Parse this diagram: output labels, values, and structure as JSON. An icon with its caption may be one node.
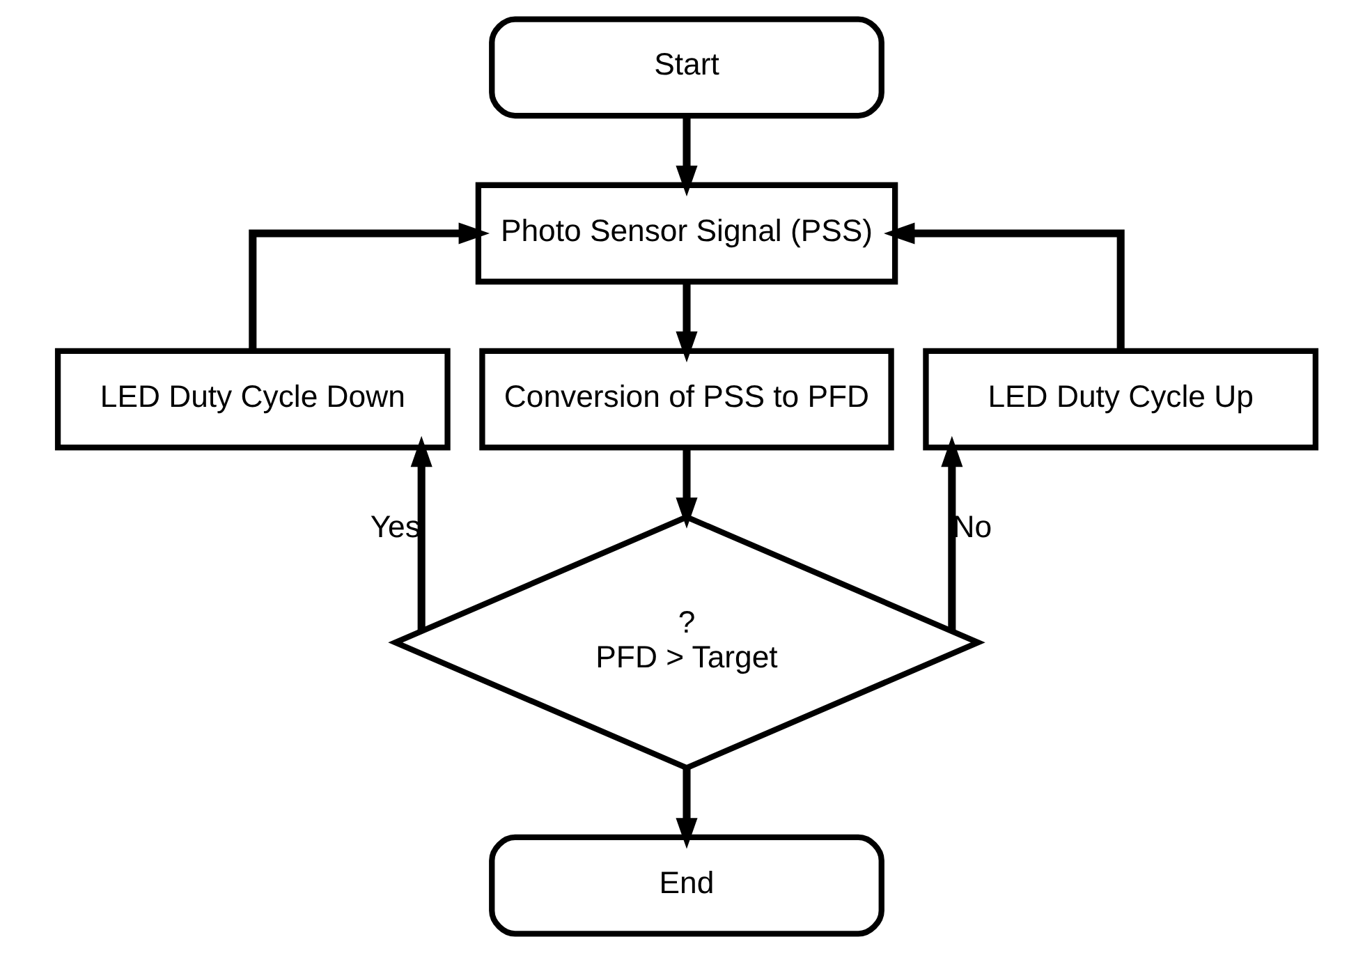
{
  "diagram": {
    "nodes": [
      {
        "text": [
          "Start"
        ]
      },
      {
        "text": [
          "Photo Sensor Signal (PSS)"
        ]
      },
      {
        "text": [
          "LED Duty Cycle Down"
        ]
      },
      {
        "text": [
          "Conversion of PSS to PFD"
        ]
      },
      {
        "text": [
          "LED Duty Cycle Up"
        ]
      },
      {
        "text": [
          "?",
          "PFD > Target"
        ]
      },
      {
        "text": [
          "End"
        ]
      }
    ],
    "edges": [
      {
        "from": 0,
        "to": 1,
        "arrow": "to"
      },
      {
        "from": 1,
        "to": 3,
        "arrow": "to"
      },
      {
        "from": 3,
        "to": 5,
        "arrow": "to"
      },
      {
        "from": 5,
        "to": 2,
        "arrow": "to",
        "label": "Yes"
      },
      {
        "from": 5,
        "to": 4,
        "arrow": "to",
        "label": "No"
      },
      {
        "from": 2,
        "to": 1,
        "arrow": "to"
      },
      {
        "from": 4,
        "to": 1,
        "arrow": "to"
      },
      {
        "from": 5,
        "to": 6,
        "arrow": "to"
      }
    ]
  }
}
